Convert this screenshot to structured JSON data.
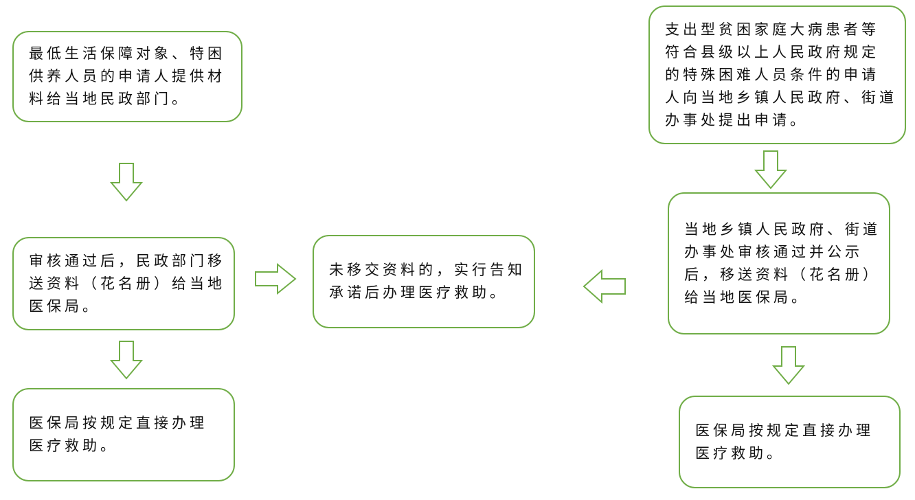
{
  "accent_color": "#70AD47",
  "boxes": {
    "left_apply": {
      "lines": [
        "最低生活保障对象、特困",
        "供养人员的申请人提供材",
        "料给当地民政部门。"
      ]
    },
    "left_review": {
      "lines": [
        "审核通过后，民政部门移",
        "送资料（花名册）给当地",
        "医保局。"
      ]
    },
    "left_result": {
      "lines": [
        "医保局按规定直接办理",
        "医疗救助。"
      ]
    },
    "center_notice": {
      "lines": [
        "未移交资料的，实行告知",
        "承诺后办理医疗救助。"
      ]
    },
    "right_apply": {
      "lines": [
        "支出型贫困家庭大病患者等",
        "符合县级以上人民政府规定",
        "的特殊困难人员条件的申请",
        "人向当地乡镇人民政府、街道",
        "办事处提出申请。"
      ]
    },
    "right_review": {
      "lines": [
        "当地乡镇人民政府、街道",
        "办事处审核通过并公示",
        "后，移送资料（花名册）",
        "给当地医保局。"
      ]
    },
    "right_result": {
      "lines": [
        "医保局按规定直接办理",
        "医疗救助。"
      ]
    }
  }
}
